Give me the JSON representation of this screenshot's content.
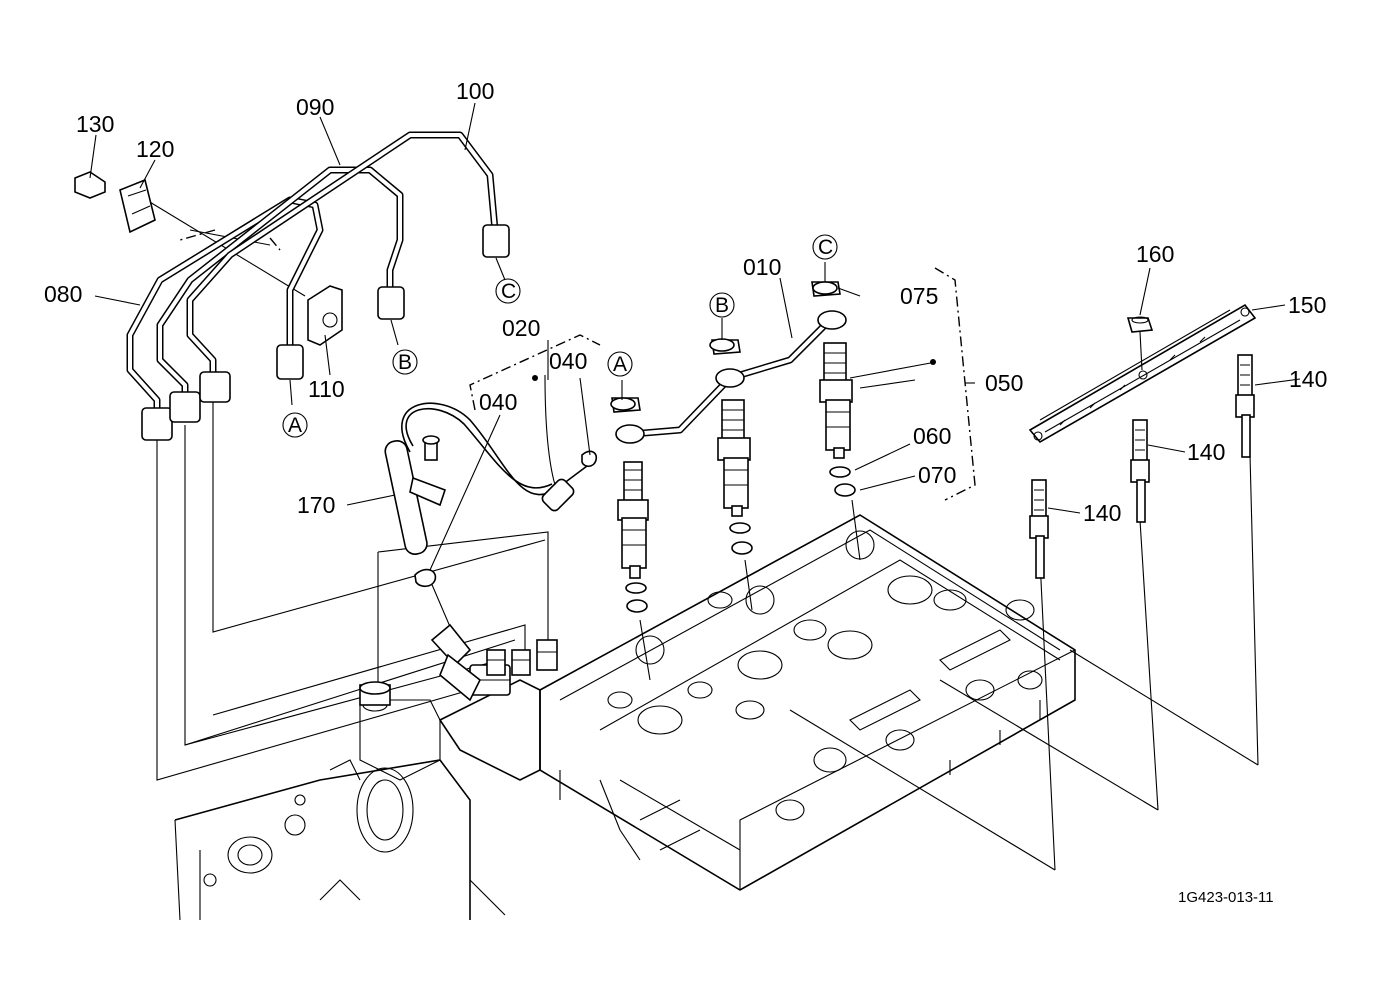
{
  "parts": {
    "p010": "010",
    "p020": "020",
    "p040a": "040",
    "p040b": "040",
    "p050": "050",
    "p060": "060",
    "p070": "070",
    "p075": "075",
    "p080": "080",
    "p090": "090",
    "p100": "100",
    "p110": "110",
    "p120": "120",
    "p130": "130",
    "p140a": "140",
    "p140b": "140",
    "p140c": "140",
    "p150": "150",
    "p160": "160",
    "p170": "170"
  },
  "markers": {
    "a1": "A",
    "a2": "A",
    "b1": "B",
    "b2": "B",
    "c1": "C",
    "c2": "C"
  },
  "figure_code": "1G423-013-11"
}
